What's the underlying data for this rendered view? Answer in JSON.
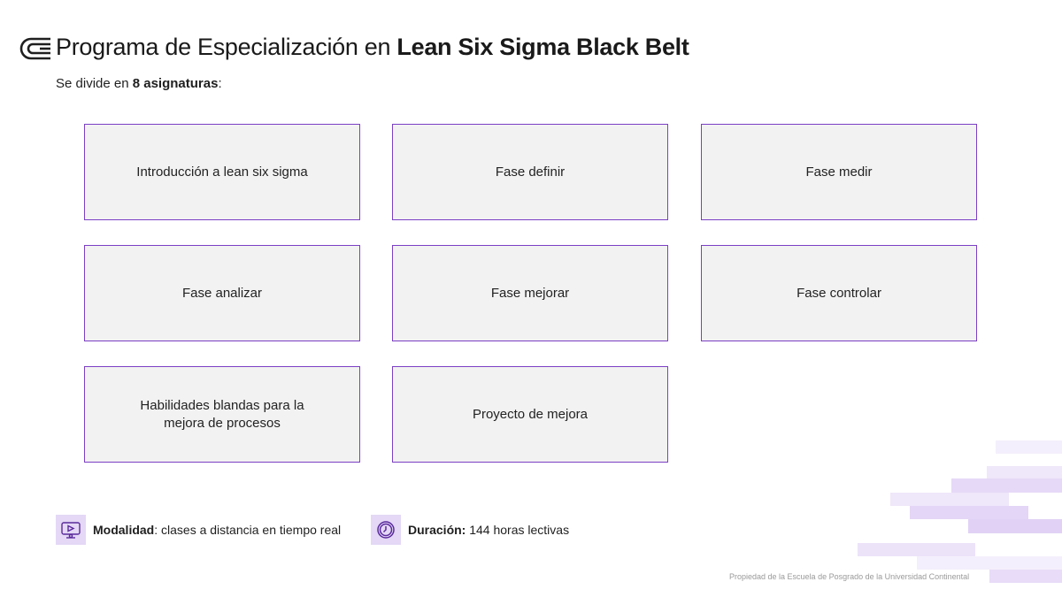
{
  "title": {
    "prefix": "Programa de Especialización en ",
    "bold": "Lean Six Sigma Black Belt"
  },
  "subtitle": {
    "prefix": "Se divide en ",
    "bold": "8 asignaturas",
    "suffix": ":"
  },
  "modules": [
    "Introducción a lean six sigma",
    "Fase definir",
    "Fase medir",
    "Fase analizar",
    "Fase mejorar",
    "Fase controlar",
    "Habilidades blandas para la mejora de procesos",
    "Proyecto de mejora"
  ],
  "modalidad": {
    "icon": "video-class-icon",
    "label": "Modalidad",
    "text": ": clases a distancia en tiempo real"
  },
  "duracion": {
    "icon": "clock-icon",
    "label": "Duración:",
    "text": " 144 horas lectivas"
  },
  "footer": "Propiedad de la Escuela de Posgrado de la Universidad Continental",
  "colors": {
    "accent": "#7b3fc4",
    "card_bg": "#f2f2f2",
    "icon_bg": "#e4d8f6"
  }
}
